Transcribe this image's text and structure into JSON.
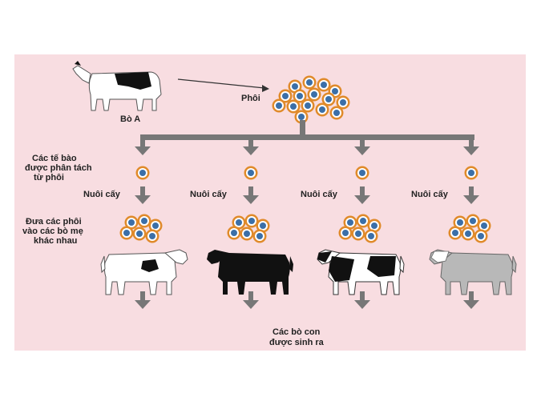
{
  "labels": {
    "cow_a": "Bò A",
    "embryo": "Phôi",
    "separated_line1": "Các tế bào",
    "separated_line2": "được phân tách",
    "separated_line3": "từ phôi",
    "culture": "Nuôi cấy",
    "transfer_line1": "Đưa các phôi",
    "transfer_line2": "vào các  bò  mẹ",
    "transfer_line3": "khác nhau",
    "offspring_line1": "Các bò con",
    "offspring_line2": "được sinh ra"
  },
  "colors": {
    "background": "#f8dde1",
    "arrow": "#777777",
    "cell_outer": "#e08a2a",
    "cell_ring": "#ffffff",
    "cell_core": "#3b6fa8",
    "cow_black": "#111111",
    "cow_white": "#ffffff",
    "cow_gray": "#b8b8b8"
  },
  "branches": [
    {
      "culture_label": "Nuôi cấy",
      "cow_color": "white-spotted"
    },
    {
      "culture_label": "Nuôi cấy",
      "cow_color": "black"
    },
    {
      "culture_label": "Nuôi cấy",
      "cow_color": "black-white"
    },
    {
      "culture_label": "Nuôi cấy",
      "cow_color": "gray"
    }
  ]
}
